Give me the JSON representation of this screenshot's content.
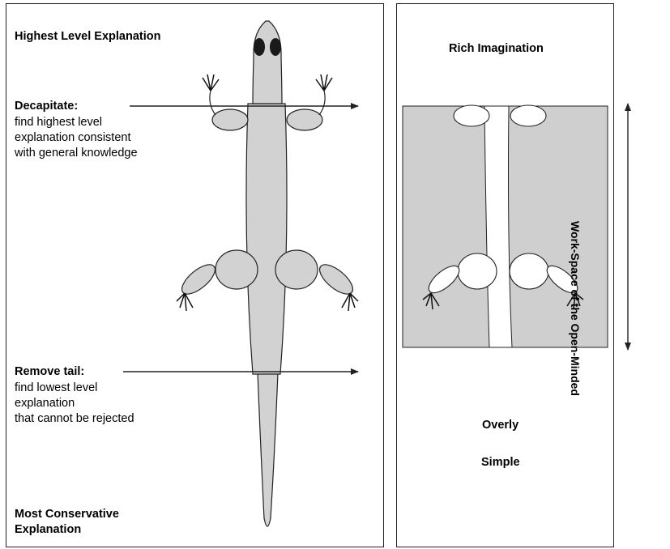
{
  "left_panel": {
    "top_label": "Highest Level Explanation",
    "decapitate": {
      "title": "Decapitate:",
      "body": "find highest level\nexplanation consistent\nwith general knowledge"
    },
    "remove_tail": {
      "title": "Remove tail:",
      "body": "find lowest level\nexplanation\nthat cannot be rejected"
    },
    "bottom_label": "Most Conservative\nExplanation"
  },
  "right_panel": {
    "top_label": "Rich Imagination",
    "bottom_label_1": "Overly",
    "bottom_label_2": "Simple",
    "side_label": "Work-Space of the Open-Minded"
  },
  "colors": {
    "lizard_fill": "#d2d2d2",
    "workspace_fill": "#cfcfcf",
    "eye_dark": "#1a1a1a",
    "outline": "#222222"
  }
}
